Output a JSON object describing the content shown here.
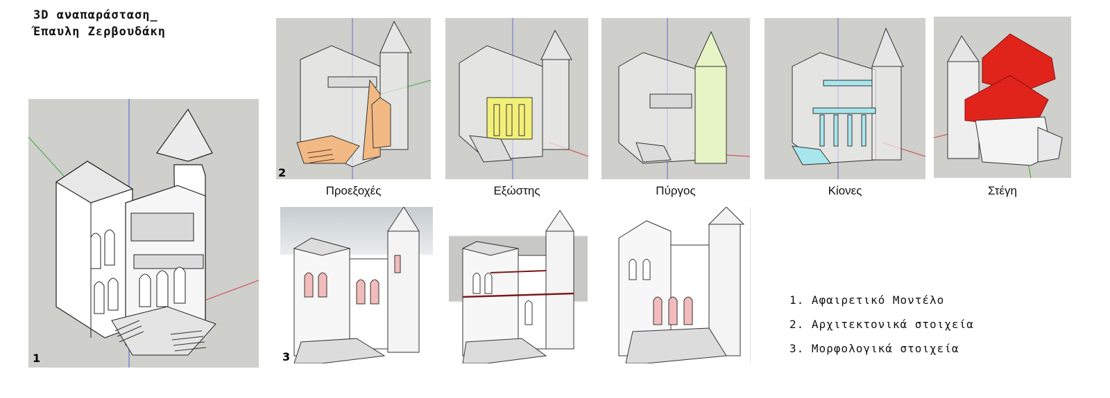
{
  "title": {
    "line1": "3D αναπαράσταση_",
    "line2": "Έπαυλη Ζερβουδάκη"
  },
  "panel_numbers": {
    "main": "1",
    "elements": "2",
    "morphology": "3"
  },
  "captions": [
    "Προεξοχές",
    "Εξώστης",
    "Πύργος",
    "Κίονες",
    "Στέγη"
  ],
  "legend": [
    "1. Αφαιρετικό Μοντέλο",
    "2. Αρχιτεκτονικά στοιχεία",
    "3. Μορφολογικά στοιχεία"
  ],
  "colors": {
    "viewport_bg": "#cfcfcb",
    "highlight_orange": "#f2b984",
    "highlight_yellow": "#f3f07a",
    "highlight_green": "#e6f4c6",
    "highlight_cyan": "#a8e6ee",
    "highlight_red": "#e0241b",
    "highlight_pink": "#f2bcbc"
  }
}
